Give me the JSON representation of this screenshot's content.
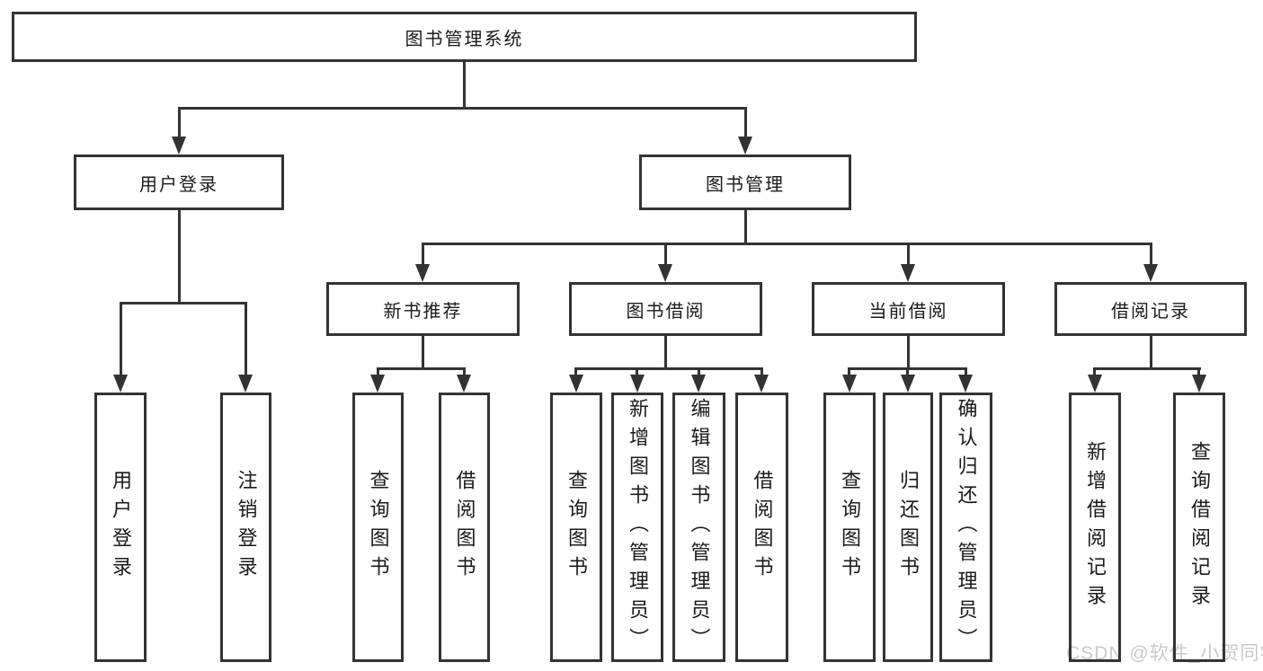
{
  "diagram": {
    "root": {
      "label": "图书管理系统",
      "children": [
        {
          "label": "用户登录",
          "children": [
            {
              "label": "用户登录"
            },
            {
              "label": "注销登录"
            }
          ]
        },
        {
          "label": "图书管理",
          "children": [
            {
              "label": "新书推荐",
              "children": [
                {
                  "label": "查询图书"
                },
                {
                  "label": "借阅图书"
                }
              ]
            },
            {
              "label": "图书借阅",
              "children": [
                {
                  "label": "查询图书"
                },
                {
                  "label": "新增图书（管理员）"
                },
                {
                  "label": "编辑图书（管理员）"
                },
                {
                  "label": "借阅图书"
                }
              ]
            },
            {
              "label": "当前借阅",
              "children": [
                {
                  "label": "查询图书"
                },
                {
                  "label": "归还图书"
                },
                {
                  "label": "确认归还（管理员）"
                }
              ]
            },
            {
              "label": "借阅记录",
              "children": [
                {
                  "label": "新增借阅记录"
                },
                {
                  "label": "查询借阅记录"
                }
              ]
            }
          ]
        }
      ]
    },
    "colors": {
      "line": "#333333",
      "background": "#ffffff",
      "text": "#1a1a1a"
    }
  },
  "watermark": {
    "text": "CSDN @软件_小贺同学",
    "color": "#c9c9c9"
  }
}
